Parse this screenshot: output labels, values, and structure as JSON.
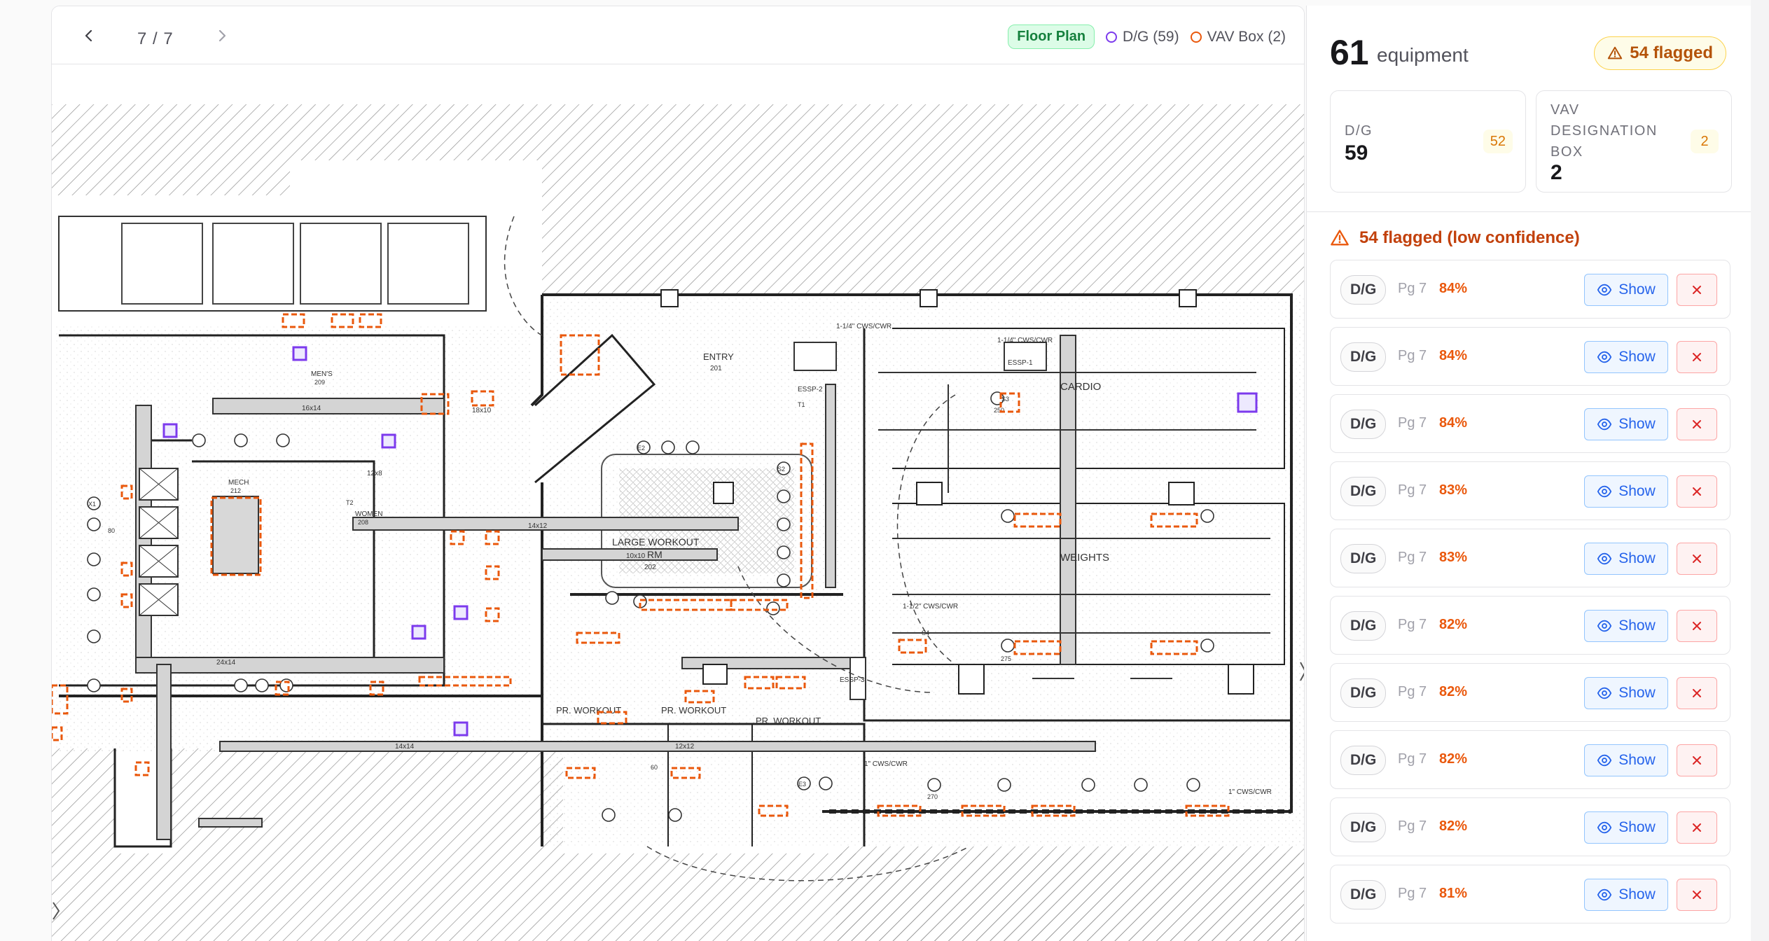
{
  "viewer": {
    "page_indicator": "7 / 7",
    "legend": {
      "floor_plan": "Floor Plan",
      "items": [
        {
          "label": "D/G (59)",
          "color": "#7c3aed"
        },
        {
          "label": "VAV Box (2)",
          "color": "#ea580c"
        }
      ]
    },
    "drawing_labels": {
      "entry": "ENTRY",
      "entry_num": "201",
      "large_workout": "LARGE WORKOUT",
      "rm": "RM",
      "large_num": "202",
      "mech": "MECH",
      "mech_num": "212",
      "women": "WOMEN",
      "women_num": "208",
      "mens": "MEN'S",
      "mens_num": "209",
      "cardio": "CARDIO",
      "weights": "WEIGHTS",
      "pr_workout_a": "PR. WORKOUT",
      "pr_workout_b": "PR. WORKOUT",
      "pr_workout_c": "PR. WORKOUT",
      "essp1": "ESSP-1",
      "essp2": "ESSP-2",
      "essp3": "ESSP-3",
      "duct_a": "16x14",
      "duct_b": "12x8",
      "duct_c": "14x14",
      "duct_d": "12x12",
      "duct_e": "18x10",
      "duct_f": "14x12",
      "duct_g": "10x10",
      "duct_h": "24x14",
      "pipe_a": "1-1/4\" CWS/CWR",
      "pipe_b": "1-1/4\" CWS/CWR",
      "pipe_c": "1-1/2\" CWS/CWR",
      "pipe_d": "1\" CWS/CWR",
      "pipe_e": "1\" CWS/CWR",
      "cfm_a": "250",
      "cfm_b": "275",
      "cfm_c": "270",
      "cfm_d": "80",
      "cfm_e": "60",
      "tag_s2": "S2",
      "tag_s3": "S3",
      "tag_s4": "S4",
      "tag_x1": "X1",
      "tag_e2": "E2",
      "tag_e3": "E3",
      "tag_t1": "T1",
      "tag_t2": "T2"
    }
  },
  "summary": {
    "total": "61",
    "total_label": "equipment",
    "flagged_pill": "54 flagged",
    "cards": [
      {
        "label": "D/G",
        "value": "59",
        "flagged": "52"
      },
      {
        "label": "VAV DESIGNATION BOX",
        "value": "2",
        "flagged": "2"
      }
    ]
  },
  "flag_section": {
    "heading": "54 flagged (low confidence)",
    "show_label": "Show",
    "rows": [
      {
        "type": "D/G",
        "page": "Pg 7",
        "confidence": "84%"
      },
      {
        "type": "D/G",
        "page": "Pg 7",
        "confidence": "84%"
      },
      {
        "type": "D/G",
        "page": "Pg 7",
        "confidence": "84%"
      },
      {
        "type": "D/G",
        "page": "Pg 7",
        "confidence": "83%"
      },
      {
        "type": "D/G",
        "page": "Pg 7",
        "confidence": "83%"
      },
      {
        "type": "D/G",
        "page": "Pg 7",
        "confidence": "82%"
      },
      {
        "type": "D/G",
        "page": "Pg 7",
        "confidence": "82%"
      },
      {
        "type": "D/G",
        "page": "Pg 7",
        "confidence": "82%"
      },
      {
        "type": "D/G",
        "page": "Pg 7",
        "confidence": "82%"
      },
      {
        "type": "D/G",
        "page": "Pg 7",
        "confidence": "81%"
      }
    ]
  },
  "colors": {
    "dg_marker": "#7c3aed",
    "vav_marker": "#ea580c",
    "flag_accent": "#c2410c",
    "show_button": "#2563eb",
    "dismiss_button": "#dc2626"
  },
  "icons": {
    "prev": "chevron-left-icon",
    "next": "chevron-right-icon",
    "warning": "warning-triangle-icon",
    "eye": "eye-icon",
    "close": "x-icon"
  }
}
